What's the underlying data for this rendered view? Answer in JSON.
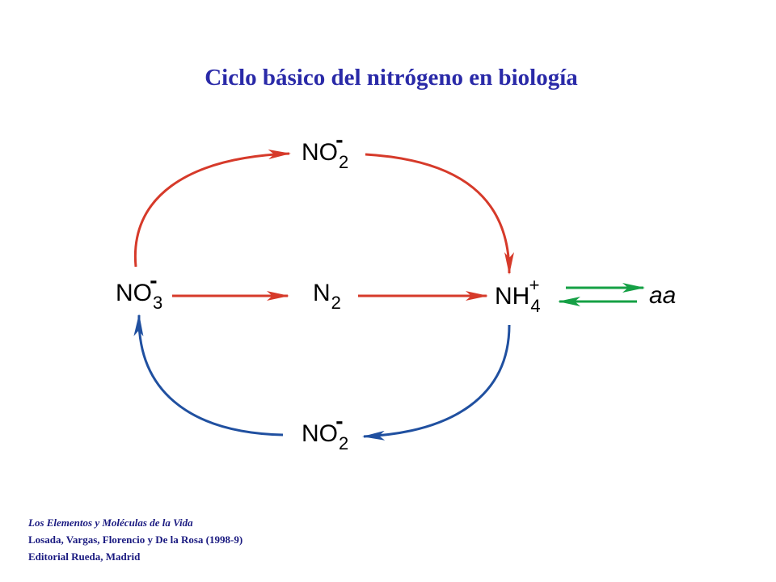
{
  "title": "Ciclo básico del nitrógeno en biología",
  "nodes": {
    "no2_top": {
      "base": "NO",
      "sub": "2",
      "charge": "-"
    },
    "no3": {
      "base": "NO",
      "sub": "3",
      "charge": "-"
    },
    "n2": {
      "base": "N",
      "sub": "2"
    },
    "nh4": {
      "base": "NH",
      "sub": "4",
      "charge": "+"
    },
    "no2_bottom": {
      "base": "NO",
      "sub": "2",
      "charge": "-"
    },
    "aa": "aa"
  },
  "colors": {
    "title": "#2a2aa8",
    "red_arrows": "#d63a2a",
    "blue_arrows": "#2050a0",
    "green_arrows": "#15a045"
  },
  "reference": {
    "book": "Los Elementos y Moléculas de la Vida",
    "authors": "Losada, Vargas, Florencio y De la Rosa (1998-9)",
    "publisher": "Editorial Rueda, Madrid"
  }
}
